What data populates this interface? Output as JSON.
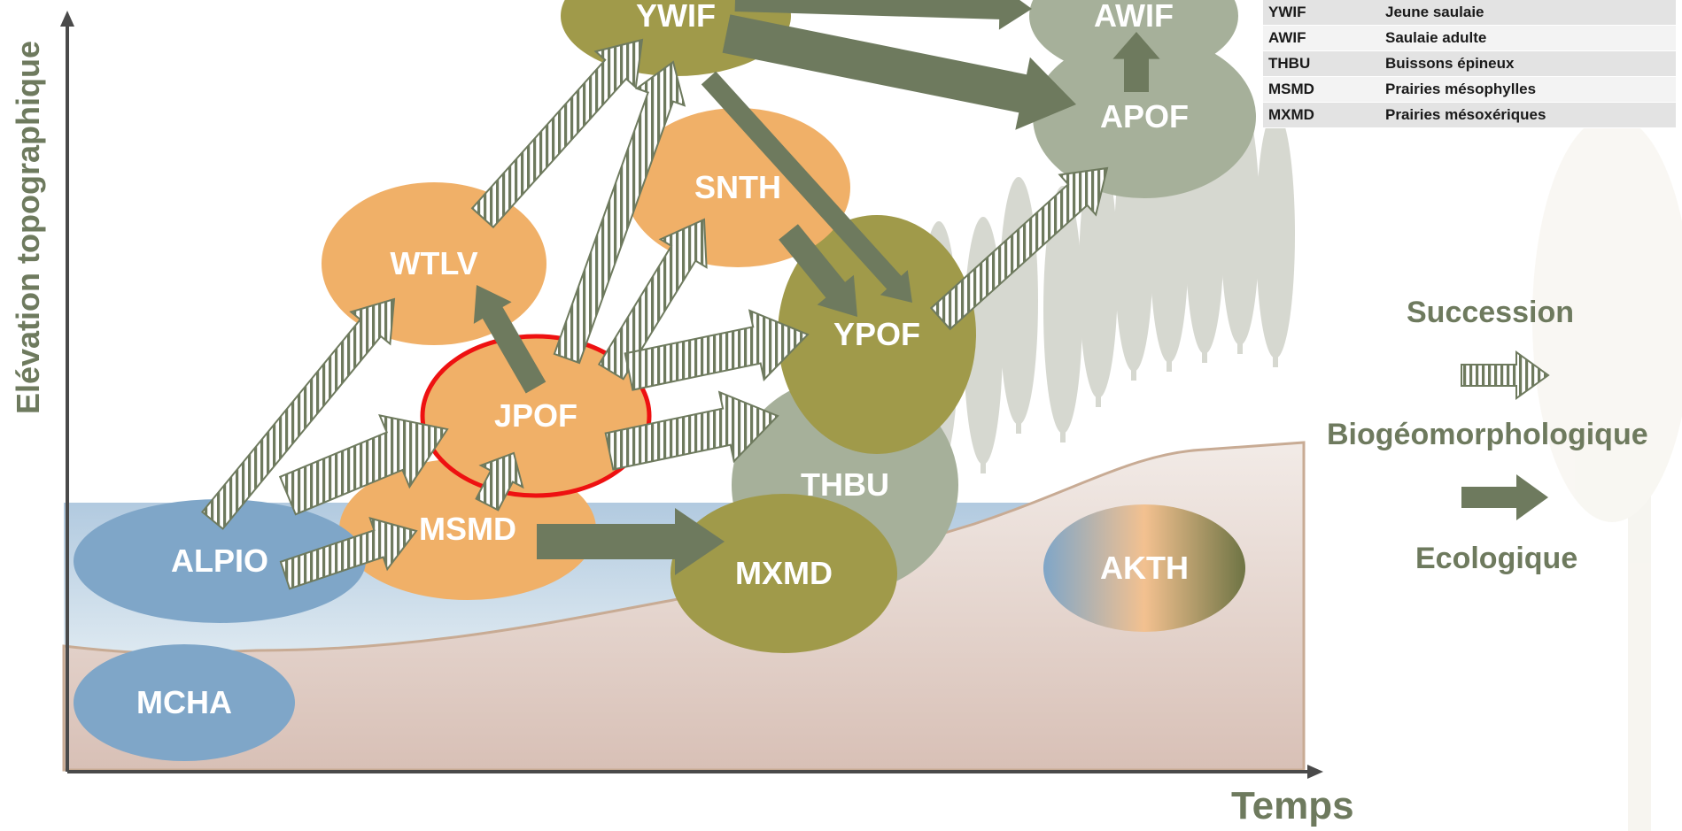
{
  "axes": {
    "y_label": "Elévation topographique",
    "x_label": "Temps"
  },
  "nodes": [
    {
      "id": "YWIF",
      "label": "YWIF",
      "fill": "olive"
    },
    {
      "id": "AWIF",
      "label": "AWIF",
      "fill": "sage"
    },
    {
      "id": "APOF",
      "label": "APOF",
      "fill": "sage"
    },
    {
      "id": "SNTH",
      "label": "SNTH",
      "fill": "orange"
    },
    {
      "id": "WTLV",
      "label": "WTLV",
      "fill": "orange"
    },
    {
      "id": "JPOF",
      "label": "JPOF",
      "fill": "orange",
      "highlighted": true
    },
    {
      "id": "YPOF",
      "label": "YPOF",
      "fill": "olive"
    },
    {
      "id": "THBU",
      "label": "THBU",
      "fill": "sage"
    },
    {
      "id": "MSMD",
      "label": "MSMD",
      "fill": "orange"
    },
    {
      "id": "ALPIO",
      "label": "ALPIO",
      "fill": "blue"
    },
    {
      "id": "MXMD",
      "label": "MXMD",
      "fill": "olive"
    },
    {
      "id": "AKTH",
      "label": "AKTH",
      "fill": "gradient"
    },
    {
      "id": "MCHA",
      "label": "MCHA",
      "fill": "blue"
    }
  ],
  "succession_arrows": [
    [
      "ALPIO",
      "WTLV"
    ],
    [
      "ALPIO",
      "JPOF"
    ],
    [
      "ALPIO",
      "MSMD"
    ],
    [
      "MSMD",
      "JPOF"
    ],
    [
      "WTLV",
      "YWIF"
    ],
    [
      "JPOF",
      "YWIF"
    ],
    [
      "JPOF",
      "SNTH"
    ],
    [
      "JPOF",
      "YPOF"
    ],
    [
      "JPOF",
      "THBU"
    ],
    [
      "YPOF",
      "APOF"
    ]
  ],
  "ecological_arrows": [
    [
      "YWIF",
      "AWIF"
    ],
    [
      "YWIF",
      "APOF"
    ],
    [
      "YWIF",
      "YPOF"
    ],
    [
      "SNTH",
      "YPOF"
    ],
    [
      "JPOF",
      "WTLV"
    ],
    [
      "MSMD",
      "MXMD"
    ],
    [
      "APOF",
      "AWIF"
    ]
  ],
  "legend_table": [
    {
      "code": "YWIF",
      "name": "Jeune saulaie"
    },
    {
      "code": "AWIF",
      "name": "Saulaie adulte"
    },
    {
      "code": "THBU",
      "name": "Buissons épineux"
    },
    {
      "code": "MSMD",
      "name": "Prairies mésophylles"
    },
    {
      "code": "MXMD",
      "name": "Prairies mésoxériques"
    }
  ],
  "arrow_legend": {
    "succession_label": "Succession",
    "biogeo_label": "Biogéomorphologique",
    "ecological_label": "Ecologique"
  },
  "colors": {
    "olive": "#a09a4a",
    "sage": "#a6b09a",
    "orange": "#f0b068",
    "blue": "#7fa6c8",
    "arrow": "#6e7a5e",
    "highlight": "#ee1111",
    "ground": "#e4d6cf",
    "water": "#c9dbe8"
  }
}
